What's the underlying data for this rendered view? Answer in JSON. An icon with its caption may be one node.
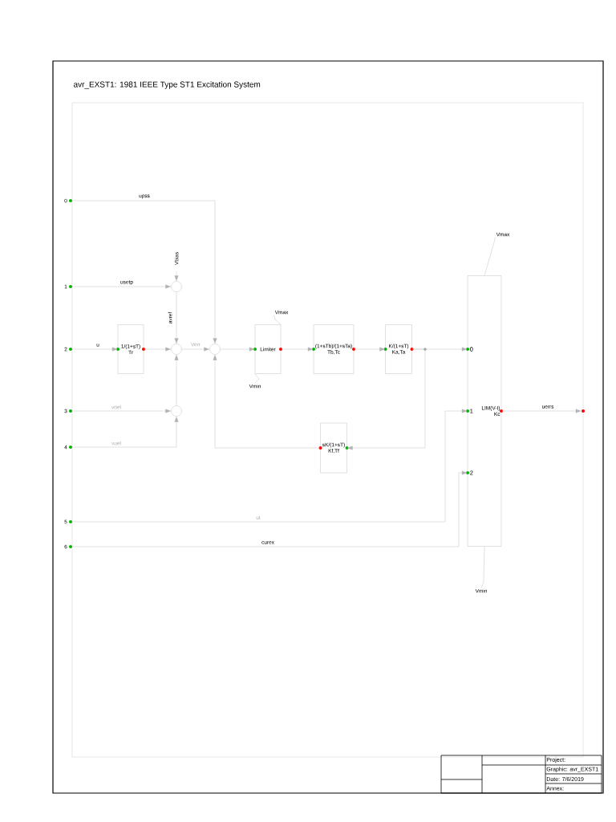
{
  "diagram": {
    "title": "avr_EXST1: 1981 IEEE Type ST1 Excitation System",
    "nodes": [
      {
        "text": [],
        "shape": "circle",
        "beside": [
          "0"
        ]
      },
      {
        "text": [],
        "shape": "circle",
        "beside": [
          "1"
        ]
      },
      {
        "text": [],
        "shape": "circle",
        "beside": [
          "2"
        ]
      },
      {
        "text": [],
        "shape": "circle",
        "beside": [
          "3"
        ]
      },
      {
        "text": [],
        "shape": "circle",
        "beside": [
          "4"
        ]
      },
      {
        "text": [],
        "shape": "circle",
        "beside": [
          "5"
        ]
      },
      {
        "text": [],
        "shape": "circle",
        "beside": [
          "6"
        ]
      },
      {
        "text": [],
        "shape": "circle"
      },
      {
        "text": [
          "1/(1+sT)",
          "Tr"
        ]
      },
      {
        "text": [],
        "shape": "circle"
      },
      {
        "text": [],
        "shape": "circle"
      },
      {
        "text": [],
        "shape": "circle"
      },
      {
        "text": [],
        "shape": "circle"
      },
      {
        "text": [
          "Limiter"
        ]
      },
      {
        "text": [
          "(1+sTb)/(1+sTa)",
          "Tb,Tc"
        ]
      },
      {
        "text": [
          "K/(1+sT)",
          "Ka,Ta"
        ]
      },
      {
        "text": [
          "sK/(1+sT)",
          "Kf,Tf"
        ]
      },
      {
        "text": [
          "LIM(V-I)",
          "Kc"
        ]
      },
      {
        "text": [
          "Vmax"
        ]
      },
      {
        "text": [
          "Vmin"
        ]
      },
      {
        "text": [
          "Vmax"
        ]
      },
      {
        "text": [
          "Vmin"
        ]
      }
    ],
    "edges": [
      {
        "from": 0,
        "to": 12,
        "arrow": "to",
        "label": "upss"
      },
      {
        "from": 1,
        "to": 9,
        "arrow": "to",
        "label": "usetp"
      },
      {
        "from": null,
        "to": 9,
        "arrow": "to",
        "label": "Vbias"
      },
      {
        "from": 9,
        "to": 10,
        "arrow": "to",
        "label": "avref"
      },
      {
        "from": 2,
        "to": 8,
        "arrow": "to",
        "label": "u"
      },
      {
        "from": 8,
        "to": 10,
        "arrow": "to"
      },
      {
        "from": 3,
        "to": 11,
        "arrow": "to",
        "label": "voel"
      },
      {
        "from": 4,
        "to": 11,
        "arrow": "to",
        "label": "vuel"
      },
      {
        "from": 11,
        "to": 10,
        "arrow": "to"
      },
      {
        "from": 10,
        "to": 12,
        "arrow": "to",
        "label": "Verr"
      },
      {
        "from": 12,
        "to": 13,
        "arrow": "to"
      },
      {
        "from": 13,
        "to": 14,
        "arrow": "to"
      },
      {
        "from": 14,
        "to": 15,
        "arrow": "to"
      },
      {
        "from": 15,
        "to": 17,
        "arrow": "to"
      },
      {
        "from": 15,
        "to": 16,
        "arrow": "to"
      },
      {
        "from": 16,
        "to": 12,
        "arrow": "to"
      },
      {
        "from": 5,
        "to": 17,
        "arrow": "to",
        "label": "ut"
      },
      {
        "from": 6,
        "to": 17,
        "arrow": "to",
        "label": "curex"
      },
      {
        "from": 17,
        "to": 7,
        "arrow": "to",
        "label": "uerrs"
      },
      {
        "from": 18,
        "to": 13,
        "arrow": "none"
      },
      {
        "from": 19,
        "to": 13,
        "arrow": "none"
      },
      {
        "from": 20,
        "to": 17,
        "arrow": "none"
      },
      {
        "from": 21,
        "to": 17,
        "arrow": "none"
      }
    ],
    "labels": [
      "0",
      "1",
      "2",
      "Project:",
      "Graphic: avr_EXST1",
      "Date: 7/6/2019",
      "Annex:"
    ]
  }
}
